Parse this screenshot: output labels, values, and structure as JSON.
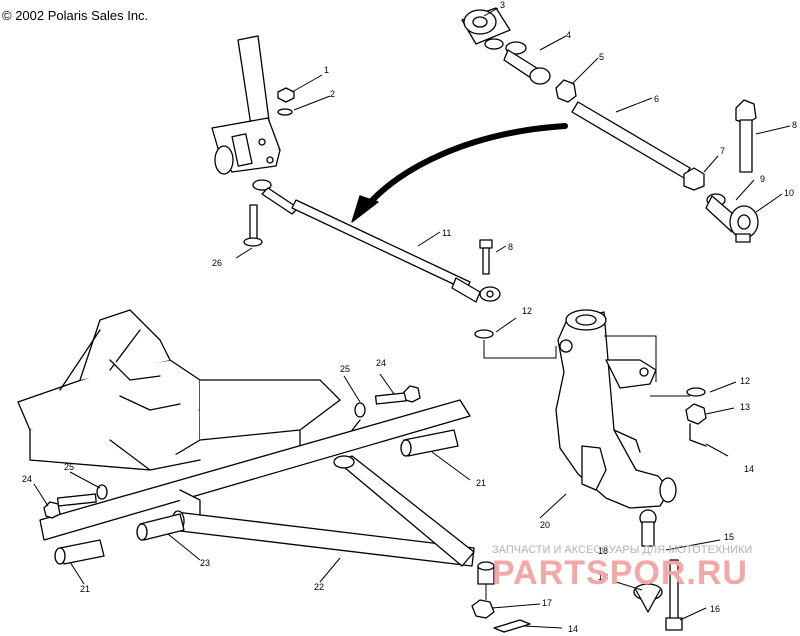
{
  "copyright": "© 2002 Polaris Sales Inc.",
  "callouts": {
    "c1": "1",
    "c2": "2",
    "c3": "3",
    "c4": "4",
    "c5": "5",
    "c6": "6",
    "c7": "7",
    "c8a": "8",
    "c8b": "8",
    "c9": "9",
    "c10": "10",
    "c11": "11",
    "c12a": "12",
    "c12b": "12",
    "c13": "13",
    "c14a": "14",
    "c14b": "14",
    "c15": "15",
    "c16": "16",
    "c17": "17",
    "c18a": "18",
    "c18b": "18",
    "c20": "20",
    "c21a": "21",
    "c21b": "21",
    "c22": "22",
    "c23": "23",
    "c24a": "24",
    "c24b": "24",
    "c25a": "25",
    "c25b": "25",
    "c26": "26"
  },
  "watermark": {
    "line1": "ЗАПЧАСТИ И АКСЕССУАРЫ ДЛЯ МОТОТЕХНИКИ",
    "line2": "PARTSPOR.RU"
  },
  "colors": {
    "ink": "#000000",
    "watermark_text": "#b3b3b3",
    "watermark_logo": "#f4a7a7"
  }
}
